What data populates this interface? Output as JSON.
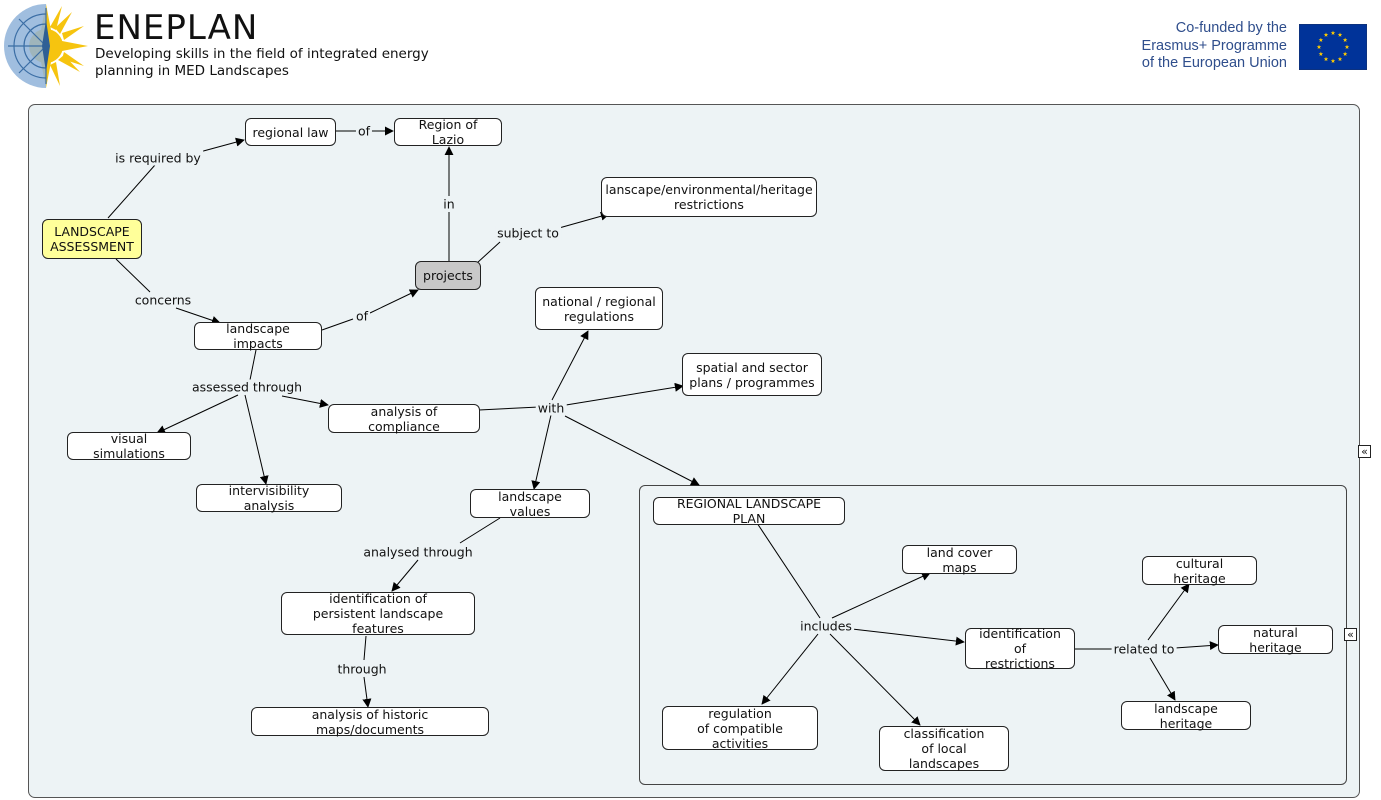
{
  "header": {
    "brand": "ENEPLAN",
    "subtitle_line1": "Developing skills in the field of integrated energy",
    "subtitle_line2": "planning in MED Landscapes",
    "cofund_line1": "Co-funded by the",
    "cofund_line2": "Erasmus+ Programme",
    "cofund_line3": "of the European Union",
    "logo_icon": "sun-compass-logo",
    "flag_icon": "eu-flag",
    "eu_blue": "#003399",
    "eu_yellow": "#ffcc00"
  },
  "colors": {
    "canvas_bg": "#edf3f5",
    "root_node": "#ffff9a",
    "highlight_node": "#c8c8c8"
  },
  "nodes": {
    "landscape_assessment": "LANDSCAPE\nASSESSMENT",
    "regional_law": "regional law",
    "region_of_lazio": "Region of Lazio",
    "restrictions": "lanscape/environmental/heritage\nrestrictions",
    "projects": "projects",
    "landscape_impacts": "landscape impacts",
    "national_regulations": "national / regional\nregulations",
    "spatial_plans": "spatial and sector\nplans / programmes",
    "analysis_of_compliance": "analysis of compliance",
    "visual_simulations": "visual simulations",
    "intervisibility_analysis": "intervisibility analysis",
    "landscape_values": "landscape values",
    "persistent_features": "identification of\npersistent landscape features",
    "historic_maps": "analysis of historic maps/documents",
    "regional_landscape_plan": "REGIONAL LANDSCAPE PLAN",
    "land_cover_maps": "land cover maps",
    "identification_of_restrictions": "identification of\nrestrictions",
    "regulation_activities": "regulation\nof compatible activities",
    "classification_landscapes": "classification\nof local landscapes",
    "cultural_heritage": "cultural heritage",
    "natural_heritage": "natural heritage",
    "landscape_heritage": "landscape heritage"
  },
  "links": {
    "is_required_by": "is required by",
    "of_1": "of",
    "in": "in",
    "subject_to": "subject to",
    "concerns": "concerns",
    "of_2": "of",
    "assessed_through": "assessed through",
    "with": "with",
    "analysed_through": "analysed through",
    "through": "through",
    "includes": "includes",
    "related_to": "related to"
  },
  "controls": {
    "collapse_glyph": "«"
  }
}
